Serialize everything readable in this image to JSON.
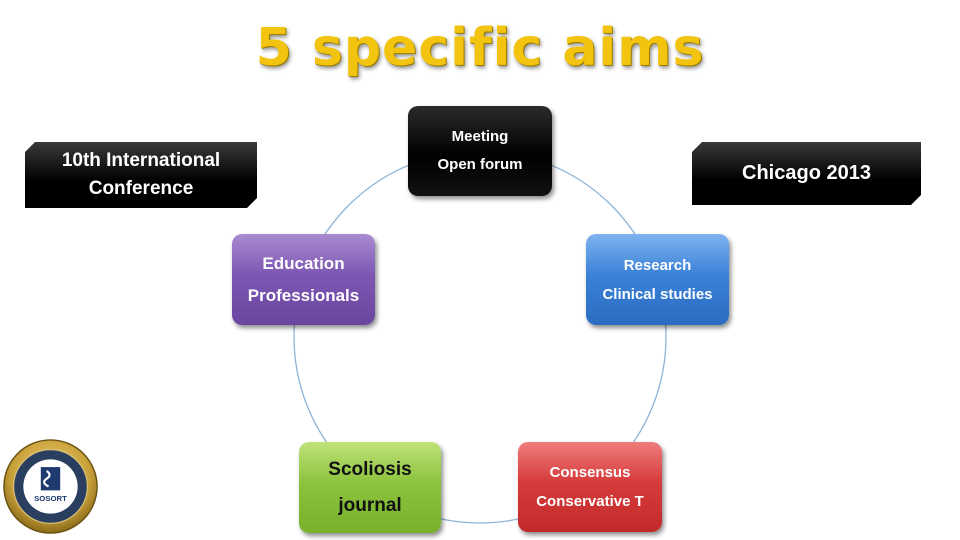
{
  "title": "5 specific aims",
  "nodes": {
    "meeting": {
      "line1": "Meeting",
      "line2": "Open forum"
    },
    "research": {
      "line1": "Research",
      "line2": "Clinical studies"
    },
    "consensus": {
      "line1": "Consensus",
      "line2": "Conservative T"
    },
    "scoliosis": {
      "line1": "Scoliosis",
      "line2": "journal"
    },
    "education": {
      "line1": "Education",
      "line2": "Professionals"
    }
  },
  "labels": {
    "conference": "10th International Conference",
    "city": "Chicago 2013"
  },
  "logo": {
    "text": "SOSORT"
  },
  "colors": {
    "title": "#f2c40f",
    "meeting": "#000000",
    "research": "#3a82d8",
    "consensus": "#d63b3b",
    "scoliosis": "#8cc33d",
    "education": "#7c57b3",
    "ring": "#8fb3d6"
  }
}
